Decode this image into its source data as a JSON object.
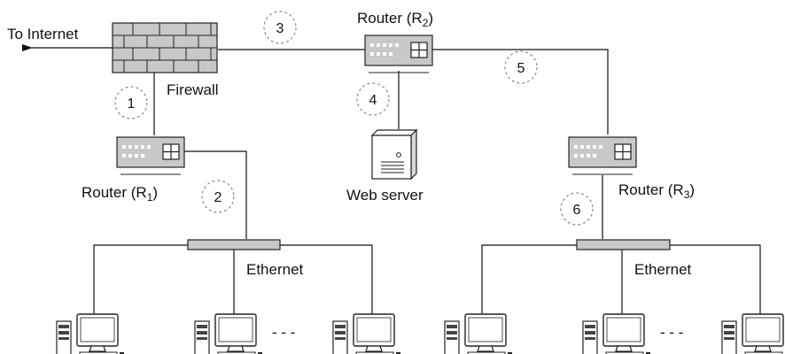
{
  "labels": {
    "to_internet": "To Internet",
    "firewall": "Firewall",
    "router_r1": {
      "prefix": "Router (R",
      "subscript": "1",
      "suffix": ")"
    },
    "router_r2": {
      "prefix": "Router (R",
      "subscript": "2",
      "suffix": ")"
    },
    "router_r3": {
      "prefix": "Router (R",
      "subscript": "3",
      "suffix": ")"
    },
    "web_server": "Web server",
    "ethernet_left": "Ethernet",
    "ethernet_right": "Ethernet"
  },
  "link_numbers": [
    "1",
    "2",
    "3",
    "4",
    "5",
    "6"
  ],
  "icons": {
    "firewall": "brick-wall-icon",
    "router": "router-icon",
    "server": "server-tower-icon",
    "workstation": "desktop-computer-icon",
    "ethernet": "ethernet-bus-icon"
  },
  "colors": {
    "device_fill": "#c8c8c8",
    "line": "#111111",
    "dashed_circle": "#888888",
    "background": "#ffffff"
  },
  "ellipsis_left": "- - -",
  "ellipsis_right": "- - -"
}
